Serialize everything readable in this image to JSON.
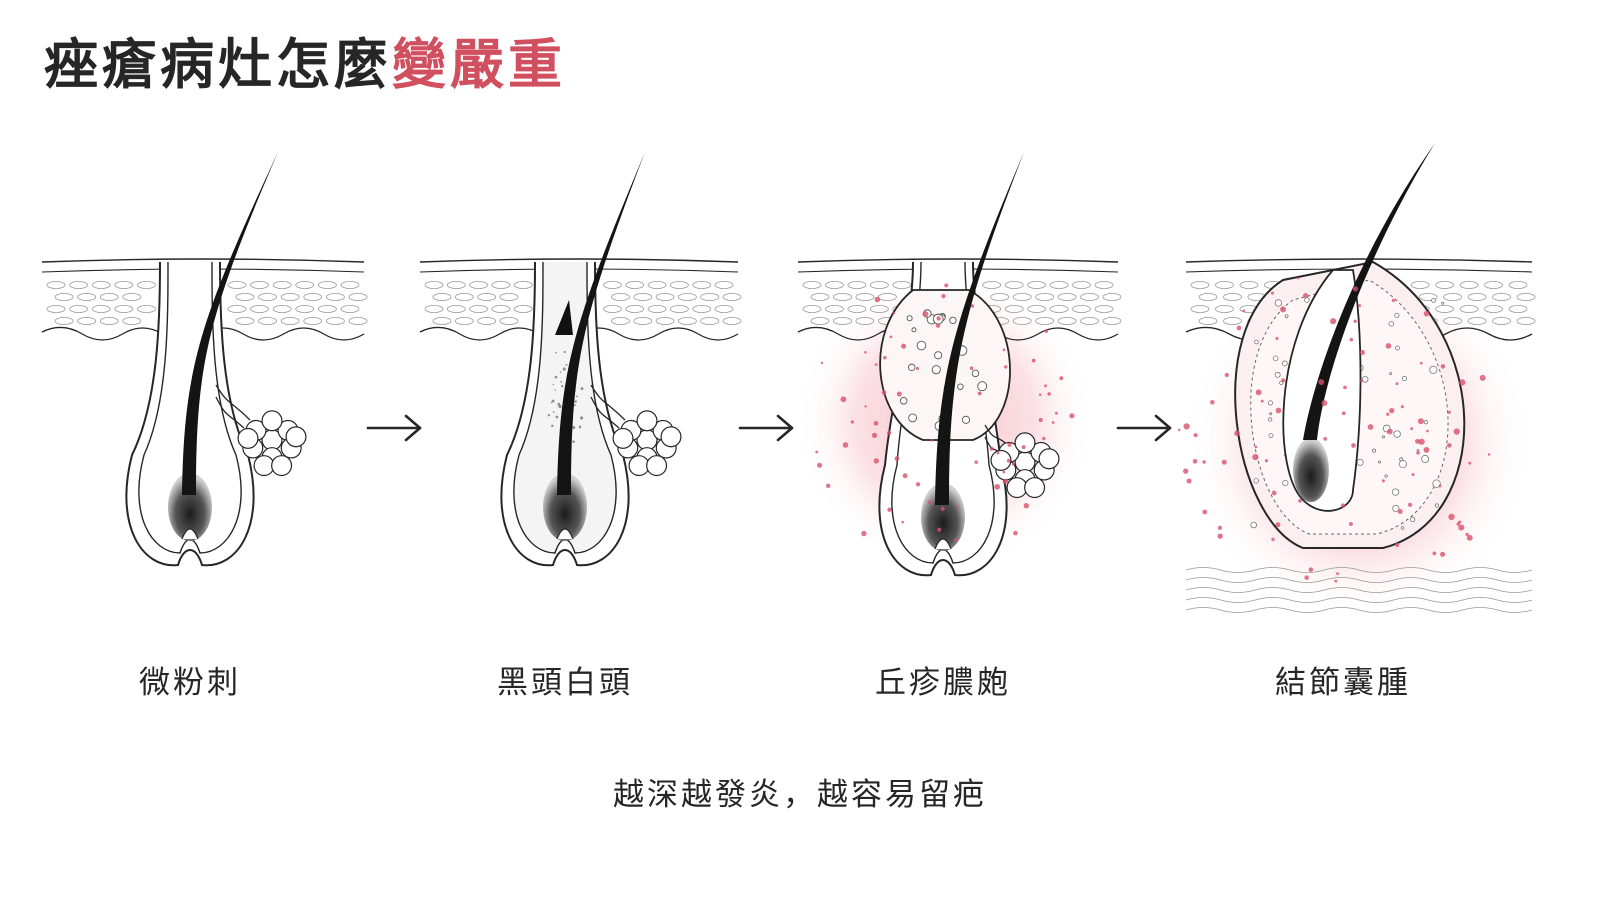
{
  "title": {
    "prefix": "痤瘡病灶怎麼",
    "highlight": "變嚴重"
  },
  "stages": [
    {
      "label": "微粉刺",
      "inflamed": false
    },
    {
      "label": "黑頭白頭",
      "inflamed": false
    },
    {
      "label": "丘疹膿皰",
      "inflamed": true
    },
    {
      "label": "結節囊腫",
      "inflamed": true
    }
  ],
  "caption": "越深越發炎，越容易留疤",
  "colors": {
    "ink": "#262626",
    "accent": "#d0505f",
    "inflammation": "#e8788a"
  },
  "icons": [
    "right-arrow-icon",
    "right-arrow-icon",
    "right-arrow-icon"
  ]
}
